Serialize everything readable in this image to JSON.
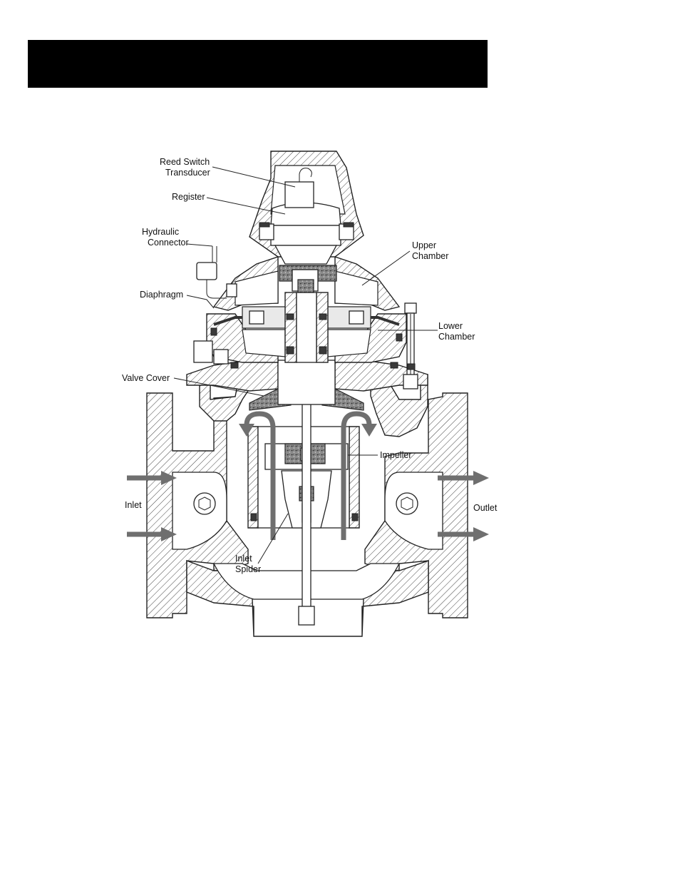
{
  "header": {
    "bar_color": "#000000"
  },
  "labels": {
    "reed_switch_transducer": [
      "Reed Switch",
      "Transducer"
    ],
    "register": "Register",
    "hydraulic_connector": [
      "Hydraulic",
      "Connector"
    ],
    "diaphragm": "Diaphragm",
    "upper_chamber": [
      "Upper",
      "Chamber"
    ],
    "lower_chamber": [
      "Lower",
      "Chamber"
    ],
    "valve_cover": "Valve Cover",
    "impeller": "Impeller",
    "inlet": "Inlet",
    "outlet": "Outlet",
    "inlet_spider": [
      "Inlet",
      "Spider"
    ]
  },
  "colors": {
    "flow_arrows": "#6f6f6f",
    "outline": "#222222",
    "seals": "#3a3a3a"
  }
}
